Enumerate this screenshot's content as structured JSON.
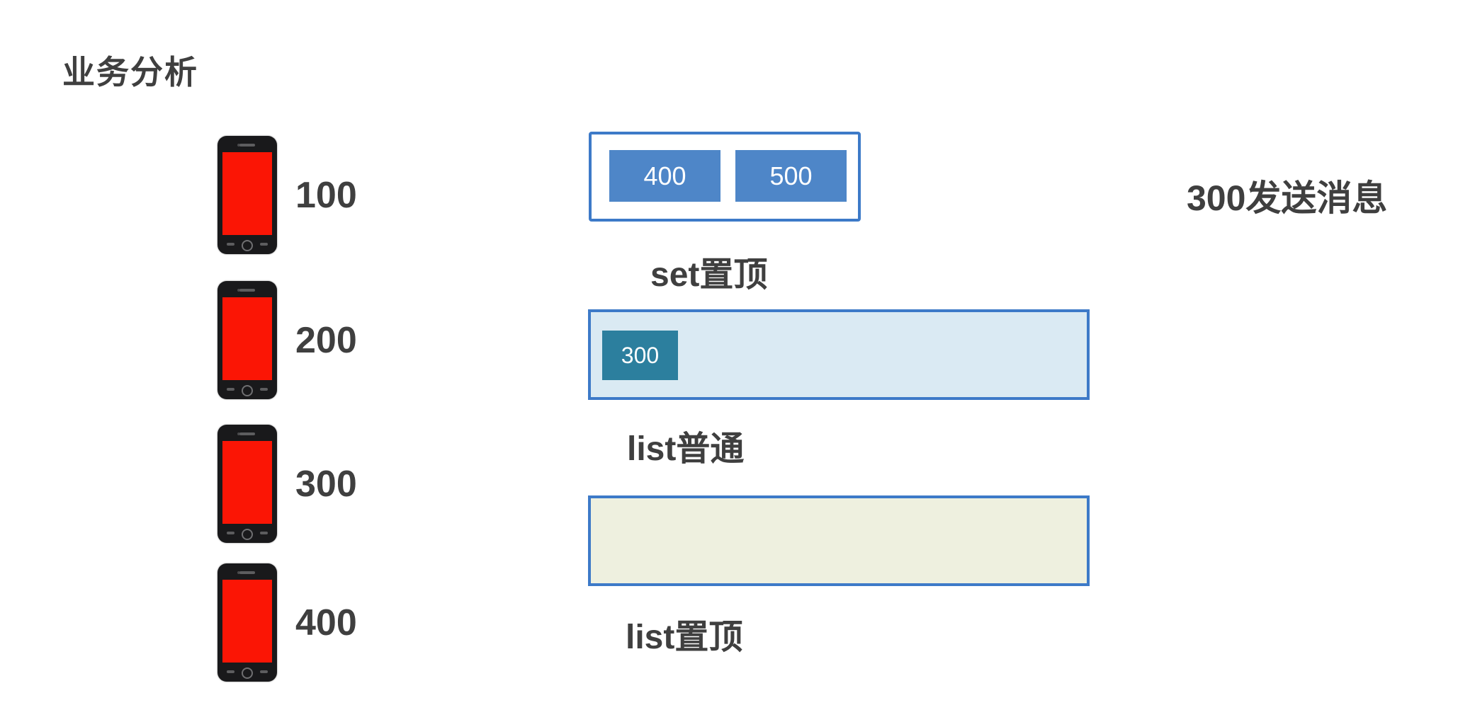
{
  "title": "业务分析",
  "clients": [
    {
      "label": "100"
    },
    {
      "label": "200"
    },
    {
      "label": "300"
    },
    {
      "label": "400"
    }
  ],
  "set_top": {
    "caption": "set置顶",
    "items": [
      "400",
      "500"
    ]
  },
  "list_normal": {
    "caption": "list普通",
    "items": [
      "300"
    ]
  },
  "list_top": {
    "caption": "list置顶",
    "items": []
  },
  "side_note": "300发送消息",
  "colors": {
    "accent_blue": "#4e86c8",
    "border_blue": "#3d7ac8",
    "teal": "#2c7f9e",
    "light_blue_bg": "#daeaf3",
    "cream_bg": "#eef0df",
    "screen_red": "#fb1505",
    "text_dark": "#3f3f3f"
  }
}
